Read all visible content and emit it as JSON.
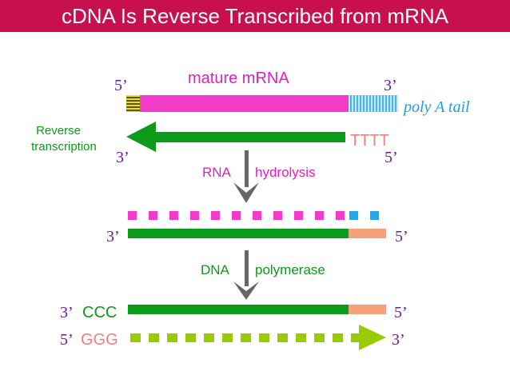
{
  "title": "cDNA Is Reverse Transcribed from mRNA",
  "labels": {
    "mature_mrna": "mature mRNA",
    "poly_a_tail": "poly A tail",
    "reverse_transcription_line1": "Reverse",
    "reverse_transcription_line2": "transcription",
    "tttt": "TTTT",
    "rna": "RNA",
    "hydrolysis": "hydrolysis",
    "dna": "DNA",
    "polymerase": "polymerase",
    "ccc": "CCC",
    "ggg": "GGG",
    "five_prime": "5’",
    "three_prime": "3’"
  },
  "colors": {
    "banner": "#c8104f",
    "mrna": "#f23cc9",
    "poly_a": "#20a8e8",
    "cdna": "#0c9a1a",
    "primer": "#f4a07a",
    "second_strand": "#99cc00",
    "arrow_gray": "#666666",
    "label_magenta": "#e020c0",
    "label_purple": "#6a1b9a",
    "label_green": "#0c9a1a",
    "tttt": "#f08080"
  }
}
